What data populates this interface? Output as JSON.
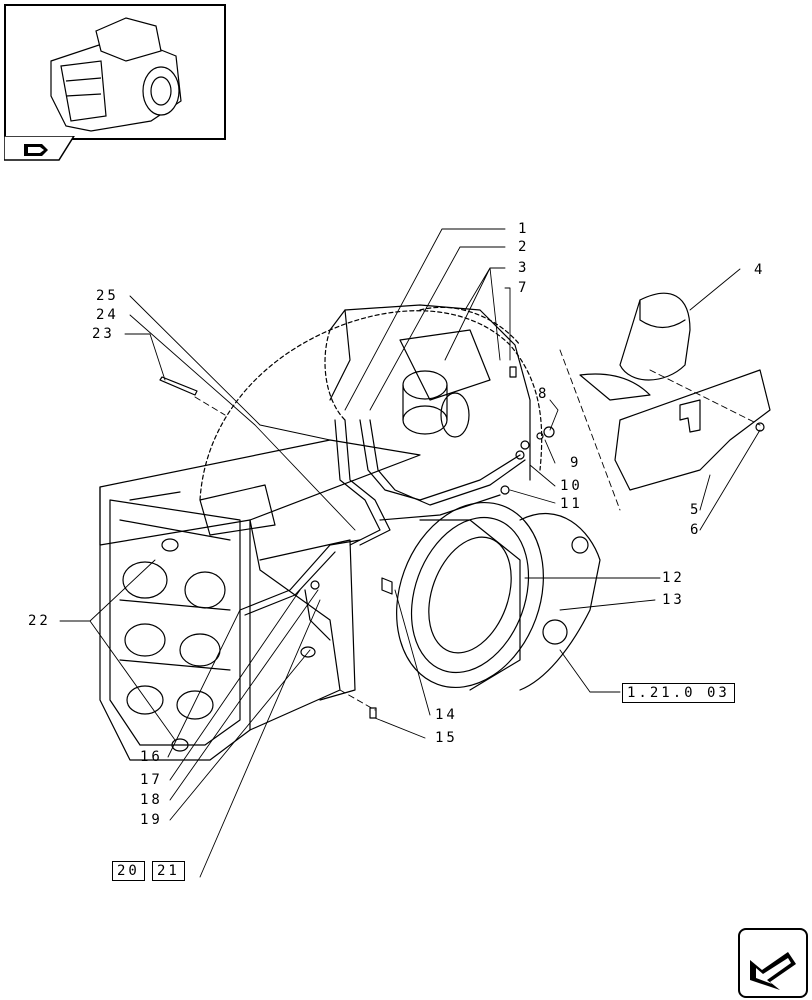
{
  "callouts": {
    "c1": "1",
    "c2": "2",
    "c3": "3",
    "c4": "4",
    "c5": "5",
    "c6": "6",
    "c7": "7",
    "c8": "8",
    "c9": "9",
    "c10": "10",
    "c11": "11",
    "c12": "12",
    "c13": "13",
    "c14": "14",
    "c15": "15",
    "c16": "16",
    "c17": "17",
    "c18": "18",
    "c19": "19",
    "c20": "20",
    "c21": "21",
    "c22": "22",
    "c23": "23",
    "c24": "24",
    "c25": "25"
  },
  "reference": "1.21.0 03",
  "icons": {
    "thumbnail": "transmission-housing-thumbnail",
    "nav_previous": "book-arrow-icon",
    "nav_next": "next-page-arrow-icon"
  }
}
